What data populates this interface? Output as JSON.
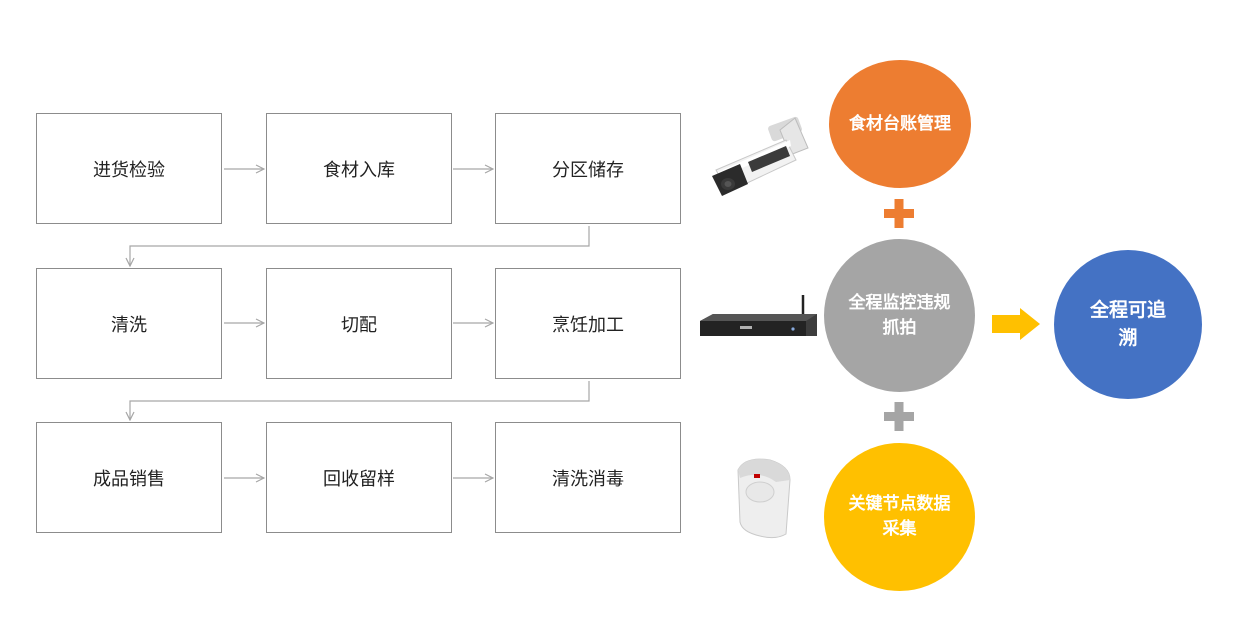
{
  "process_steps": [
    [
      "进货检验",
      "食材入库",
      "分区储存"
    ],
    [
      "清洗",
      "切配",
      "烹饪加工"
    ],
    [
      "成品销售",
      "回收留样",
      "清洗消毒"
    ]
  ],
  "devices": [
    "bullet-camera",
    "network-video-recorder",
    "sensor-detector"
  ],
  "circles": {
    "ledger": {
      "text": "食材台账管理",
      "color": "#ed7d31"
    },
    "monitoring": {
      "text": "全程监控违规抓拍",
      "color": "#a5a5a5"
    },
    "data_collection": {
      "text": "关键节点数据采集",
      "color": "#ffc000"
    },
    "traceability": {
      "text": "全程可追溯",
      "color": "#4472c4"
    }
  },
  "colors": {
    "box_border": "#8c8c8c",
    "connector": "#a6a6a6",
    "arrow_yellow": "#ffc000"
  }
}
